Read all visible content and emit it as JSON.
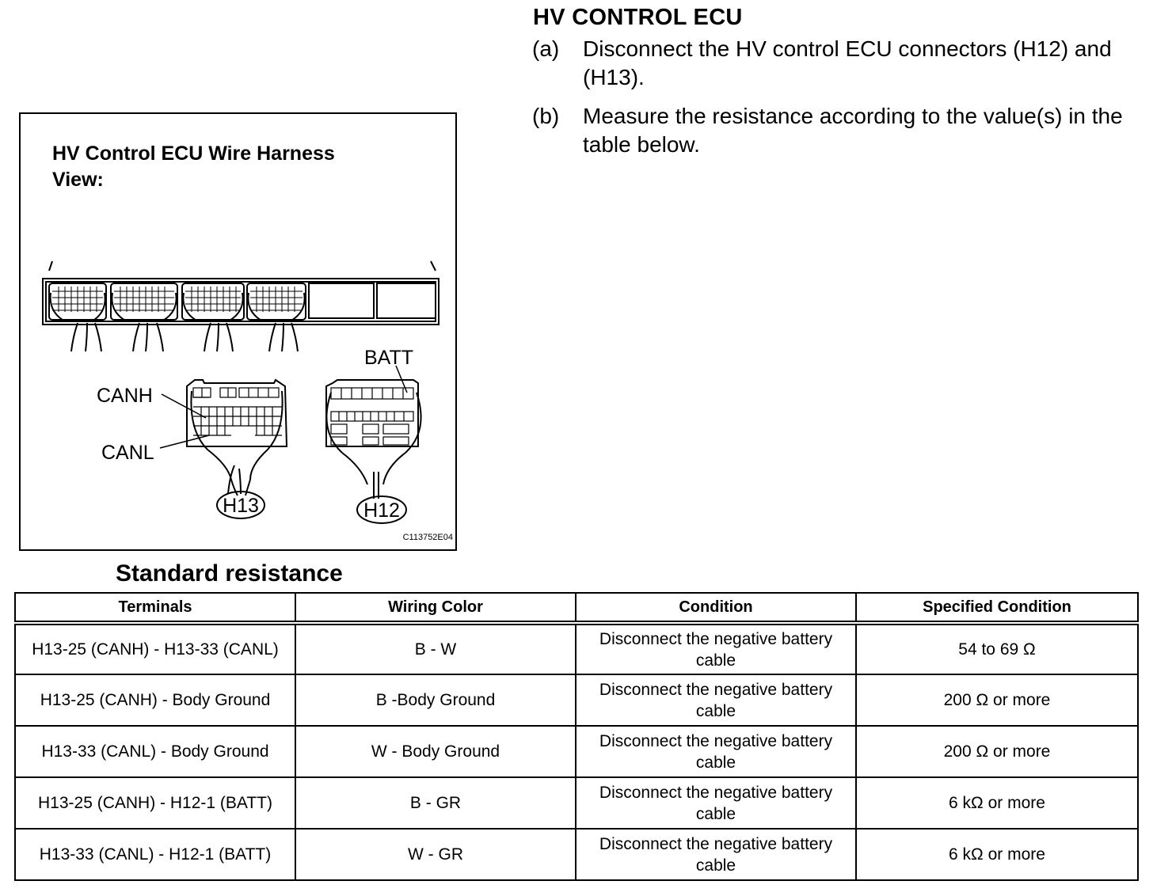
{
  "heading": "HV CONTROL ECU",
  "steps": [
    {
      "label": "(a)",
      "text": "Disconnect the HV control ECU connectors (H12) and (H13)."
    },
    {
      "label": "(b)",
      "text": "Measure the resistance according to the value(s) in the table below."
    }
  ],
  "figure": {
    "title": "HV Control ECU Wire Harness View:",
    "labels": {
      "canh": "CANH",
      "canl": "CANL",
      "batt": "BATT",
      "h13": "H13",
      "h12": "H12"
    },
    "code": "C113752E04"
  },
  "table": {
    "title": "Standard resistance",
    "headers": [
      "Terminals",
      "Wiring Color",
      "Condition",
      "Specified Condition"
    ],
    "rows": [
      [
        "H13-25 (CANH) - H13-33 (CANL)",
        "B - W",
        "Disconnect the negative battery cable",
        "54 to 69 Ω"
      ],
      [
        "H13-25 (CANH) - Body Ground",
        "B -Body Ground",
        "Disconnect the negative battery cable",
        "200 Ω or more"
      ],
      [
        "H13-33 (CANL) - Body Ground",
        "W - Body Ground",
        "Disconnect the negative battery cable",
        "200 Ω or more"
      ],
      [
        "H13-25 (CANH) - H12-1 (BATT)",
        "B - GR",
        "Disconnect the negative battery cable",
        "6 kΩ or more"
      ],
      [
        "H13-33 (CANL) - H12-1 (BATT)",
        "W - GR",
        "Disconnect the negative battery cable",
        "6 kΩ or more"
      ]
    ]
  }
}
